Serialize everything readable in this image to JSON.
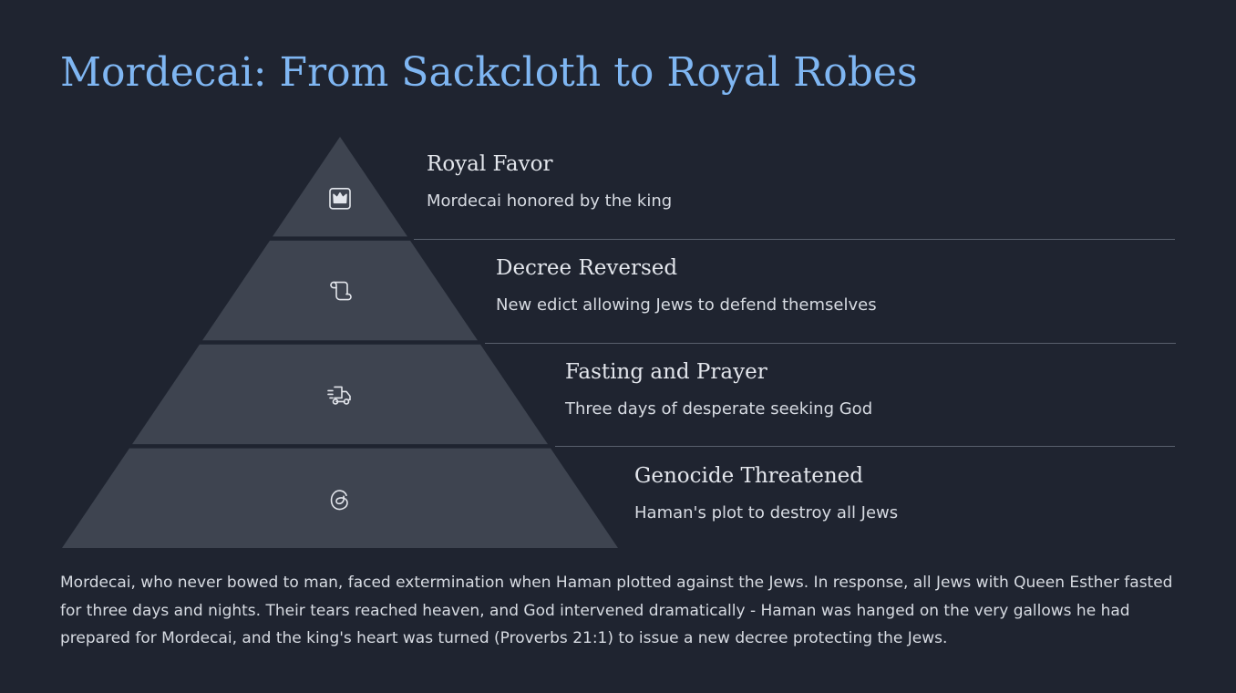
{
  "title": "Mordecai: From Sackcloth to Royal Robes",
  "colors": {
    "background": "#1f2430",
    "title": "#7fb6f2",
    "layer_fill": "#3e4450",
    "divider": "#59606d",
    "icon_stroke": "#e3e6ec"
  },
  "pyramid": {
    "layers": [
      {
        "heading": "Royal Favor",
        "description": "Mordecai honored by the king",
        "icon": "crown-icon"
      },
      {
        "heading": "Decree Reversed",
        "description": "New edict allowing Jews to defend themselves",
        "icon": "scroll-icon"
      },
      {
        "heading": "Fasting and Prayer",
        "description": "Three days of desperate seeking God",
        "icon": "truck-fast-icon"
      },
      {
        "heading": "Genocide Threatened",
        "description": "Haman's plot to destroy all Jews",
        "icon": "threads-icon"
      }
    ]
  },
  "description": "Mordecai, who never bowed to man, faced extermination when Haman plotted against the Jews. In response, all Jews with Queen Esther fasted for three days and nights. Their tears reached heaven, and God intervened dramatically - Haman was hanged on the very gallows he had prepared for Mordecai, and the king's heart was turned (Proverbs 21:1) to issue a new decree protecting the Jews."
}
